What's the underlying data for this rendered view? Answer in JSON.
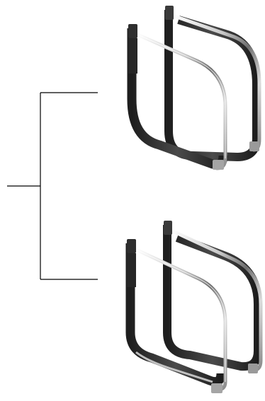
{
  "diagram": {
    "type": "bracket-tree",
    "branches": [
      {
        "id": "variant-top",
        "frame_style": "dark-body-chrome-front"
      },
      {
        "id": "variant-bottom",
        "frame_style": "dark-body-chrome-front-highlighted"
      }
    ]
  },
  "colors": {
    "background": "#ffffff",
    "connector": "#000000",
    "frame_dark": "#2a2a2a",
    "frame_mid": "#555555",
    "chrome_light": "#f2f2f2",
    "chrome_shadow": "#8a8a8a"
  }
}
